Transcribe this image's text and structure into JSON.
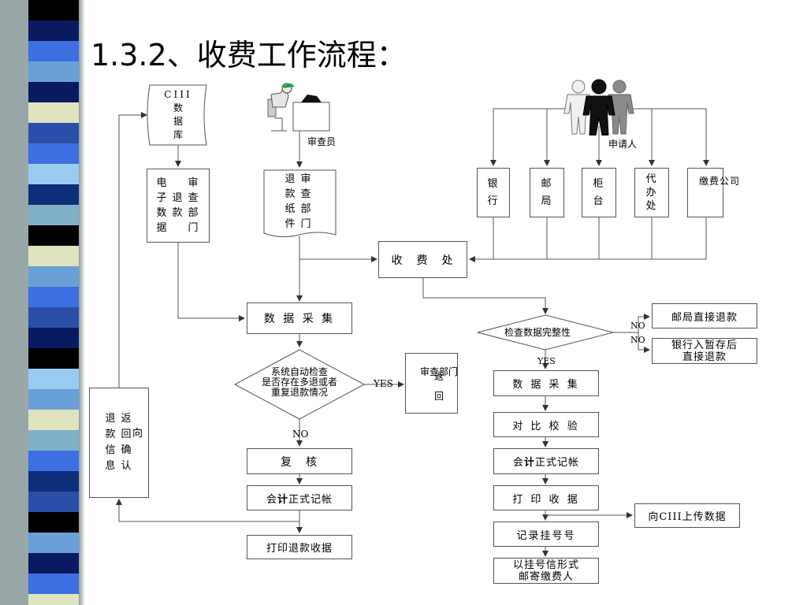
{
  "slide_title": "1.3.2、收费工作流程：",
  "colors": {
    "line": "#555555",
    "border": "#555555",
    "strip_colors": [
      "#2b4fa8",
      "#3d6fe0",
      "#6aa0d8",
      "#9ccbf2",
      "#0a1a60",
      "#0e2d7a",
      "#dfe3c0",
      "#7fb0c8",
      "#000000"
    ]
  },
  "icons": {
    "clerk": "clerk-icon",
    "applicants": "people-icon"
  },
  "database": {
    "lines": [
      "CIII",
      "数",
      "据",
      "库"
    ]
  },
  "clerk_label": "审查员",
  "applicant_label": "申请人",
  "channels": [
    {
      "lines": [
        "银",
        "行"
      ]
    },
    {
      "lines": [
        "邮",
        "局"
      ]
    },
    {
      "lines": [
        "柜",
        "台"
      ]
    },
    {
      "lines": [
        "代",
        "办",
        "处"
      ]
    },
    {
      "lines": [
        "缴费公司"
      ]
    }
  ],
  "electronic_refund": {
    "rows": [
      [
        "电",
        "",
        "审"
      ],
      [
        "子",
        "退",
        "查"
      ],
      [
        "数",
        "款",
        "部"
      ],
      [
        "据",
        "",
        "门"
      ]
    ]
  },
  "paper_refund": {
    "rows": [
      [
        "退",
        "审"
      ],
      [
        "款",
        "查"
      ],
      [
        "纸",
        "部"
      ],
      [
        "件",
        "门"
      ]
    ]
  },
  "fee_office": "收　费　处",
  "left": {
    "collect": "数 据 采 集",
    "decision": [
      "系统自动检查",
      "是否存在多退或者",
      "重复退款情况"
    ],
    "yes": "YES",
    "no": "NO",
    "review": "复　核",
    "accounting_pre": "会",
    "accounting_bold": "计",
    "accounting_post": "正式记帐",
    "print_receipt": "打印退款收据",
    "return_box_a": "审查部门",
    "return_box_b": "返",
    "return_box_c": "回",
    "confirm_rows": [
      [
        "退",
        "返"
      ],
      [
        "款",
        "回"
      ],
      [
        "信",
        "确"
      ],
      [
        "息",
        "认"
      ]
    ],
    "confirm_overlay": "向"
  },
  "right": {
    "decision": "检查数据完整性",
    "no1": "NO",
    "no2": "NO",
    "yes": "YES",
    "post_refund": "邮局直接退款",
    "bank_refund": [
      "银行入暂存后",
      "直接退款"
    ],
    "collect": "数 据 采 集",
    "verify": "对 比 校 验",
    "accounting_pre": "会",
    "accounting_bold": "计",
    "accounting_post": "正式记帐",
    "print_receipt": "打 印 收 据",
    "upload": "向CIII上传数据",
    "register": "记录挂号号",
    "mail": [
      "以挂号信形式",
      "邮寄缴费人"
    ]
  }
}
